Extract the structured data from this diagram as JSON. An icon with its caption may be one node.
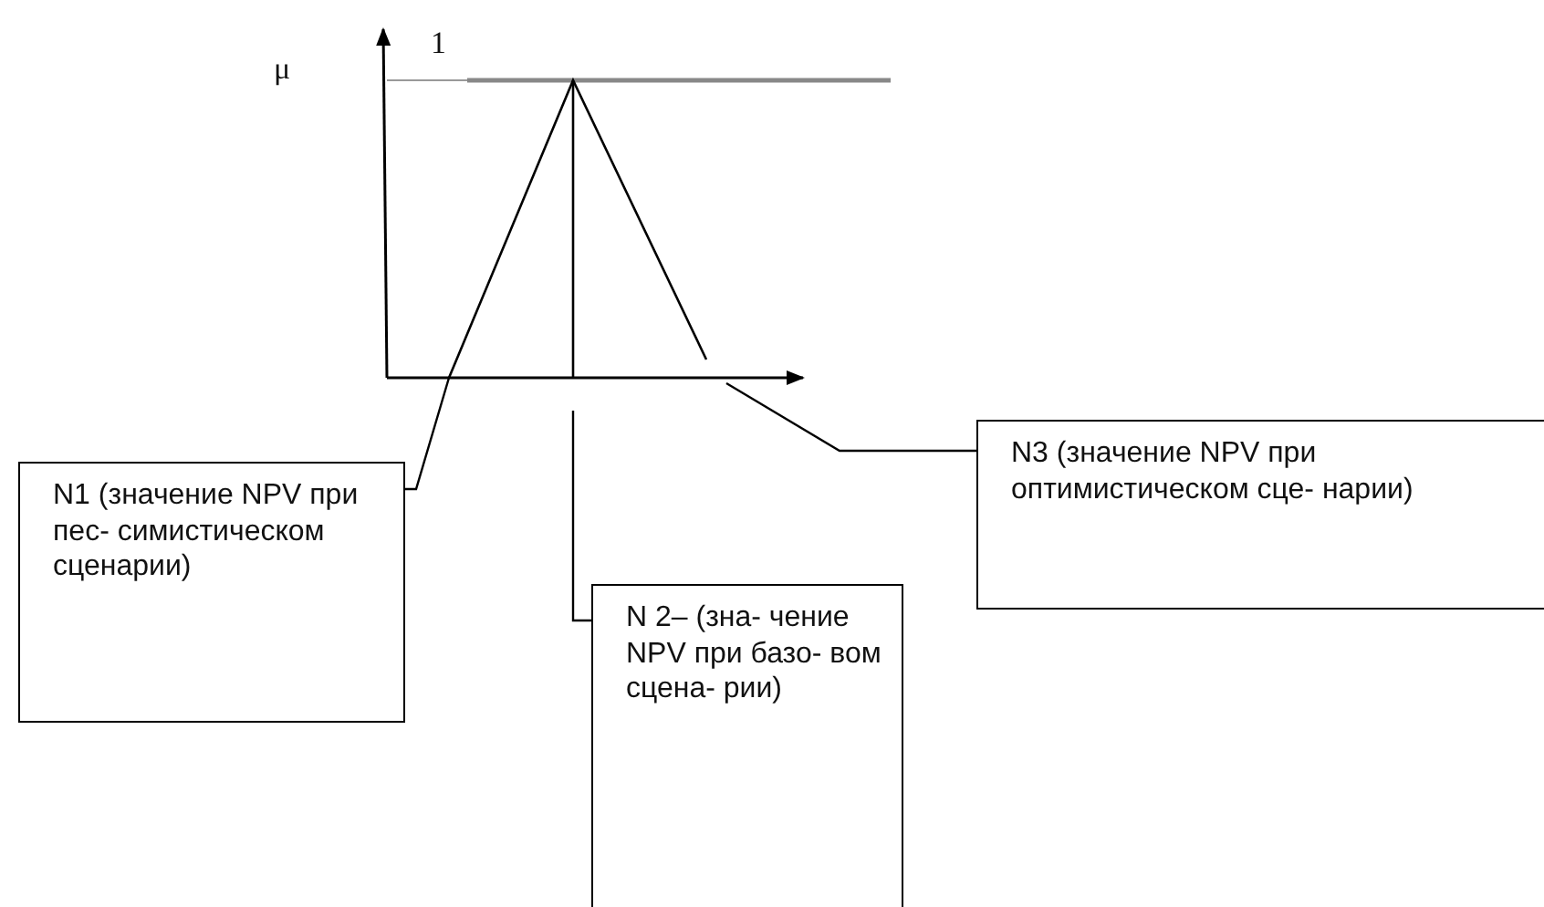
{
  "diagram": {
    "nodes": [
      {
        "text": [],
        "shape": "picture"
      },
      {
        "text": [
          "N1 (значение NPV при пес- симистическом сценарии)"
        ]
      },
      {
        "text": [
          "N 2– (зна- чение NPV при базо- вом сцена- рии)"
        ]
      },
      {
        "text": [
          "N3 (значение NPV при оптимистическом сце- нарии)"
        ]
      }
    ],
    "edges": [
      {
        "from": 1,
        "to": 0,
        "arrow": "none"
      },
      {
        "from": 2,
        "to": 0,
        "arrow": "none"
      },
      {
        "from": 3,
        "to": 0,
        "arrow": "none"
      }
    ],
    "labels": [
      "μ",
      "1"
    ]
  }
}
